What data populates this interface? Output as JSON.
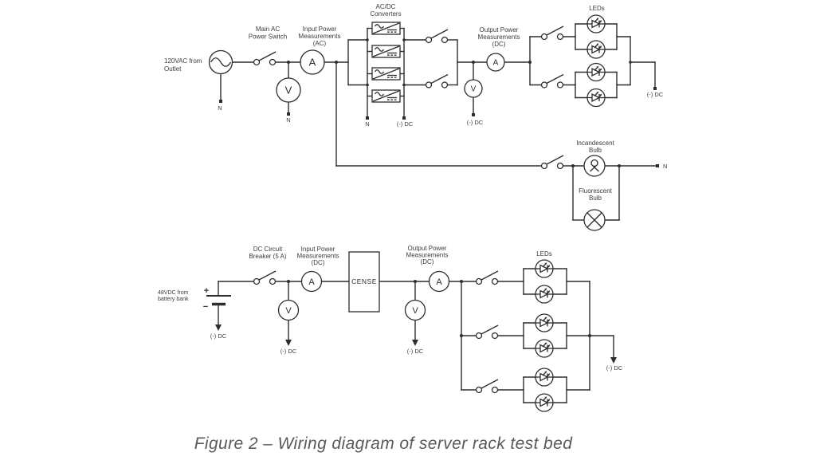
{
  "caption": "Figure 2 – Wiring diagram of server rack test bed",
  "colors": {
    "line": "#2d2d2d",
    "label_text": "#3b3b3b",
    "caption_text": "#595959",
    "background": "#ffffff"
  },
  "meters": {
    "ammeter": "A",
    "voltmeter": "V"
  },
  "ac_circuit": {
    "source": {
      "label": [
        "120VAC from",
        "Outlet"
      ],
      "neutral_terminal": "N"
    },
    "main_switch": {
      "label": [
        "Main AC",
        "Power Switch"
      ]
    },
    "input_measurements": {
      "label": [
        "Input Power",
        "Measurements",
        "(AC)"
      ],
      "voltmeter_terminal": "N"
    },
    "converters": {
      "label": [
        "AC/DC",
        "Converters"
      ],
      "neutral_terminal": "N",
      "negative_terminal": "(-) DC"
    },
    "output_measurements": {
      "label": [
        "Output Power",
        "Measurements",
        "(DC)"
      ],
      "voltmeter_terminal": "(-) DC"
    },
    "leds": {
      "label": "LEDs",
      "negative_terminal": "(-) DC"
    },
    "incandescent": {
      "label": [
        "Incandescent",
        "Bulb"
      ]
    },
    "fluorescent": {
      "label": [
        "Fluorescent",
        "Bulb"
      ]
    },
    "bulbs_neutral_terminal": "N"
  },
  "dc_circuit": {
    "source": {
      "label": [
        "48VDC from",
        "battery bank"
      ],
      "plus": "+",
      "minus": "−",
      "negative_terminal": "(-) DC"
    },
    "breaker": {
      "label": [
        "DC Circuit",
        "Breaker (5 A)"
      ]
    },
    "input_measurements": {
      "label": [
        "Input Power",
        "Measurements",
        "(DC)"
      ],
      "voltmeter_terminal": "(-) DC"
    },
    "cense": {
      "label": "CENSE"
    },
    "output_measurements": {
      "label": [
        "Output Power",
        "Measurements",
        "(DC)"
      ],
      "voltmeter_terminal": "(-) DC"
    },
    "leds": {
      "label": "LEDs",
      "negative_terminal": "(-) DC"
    }
  }
}
